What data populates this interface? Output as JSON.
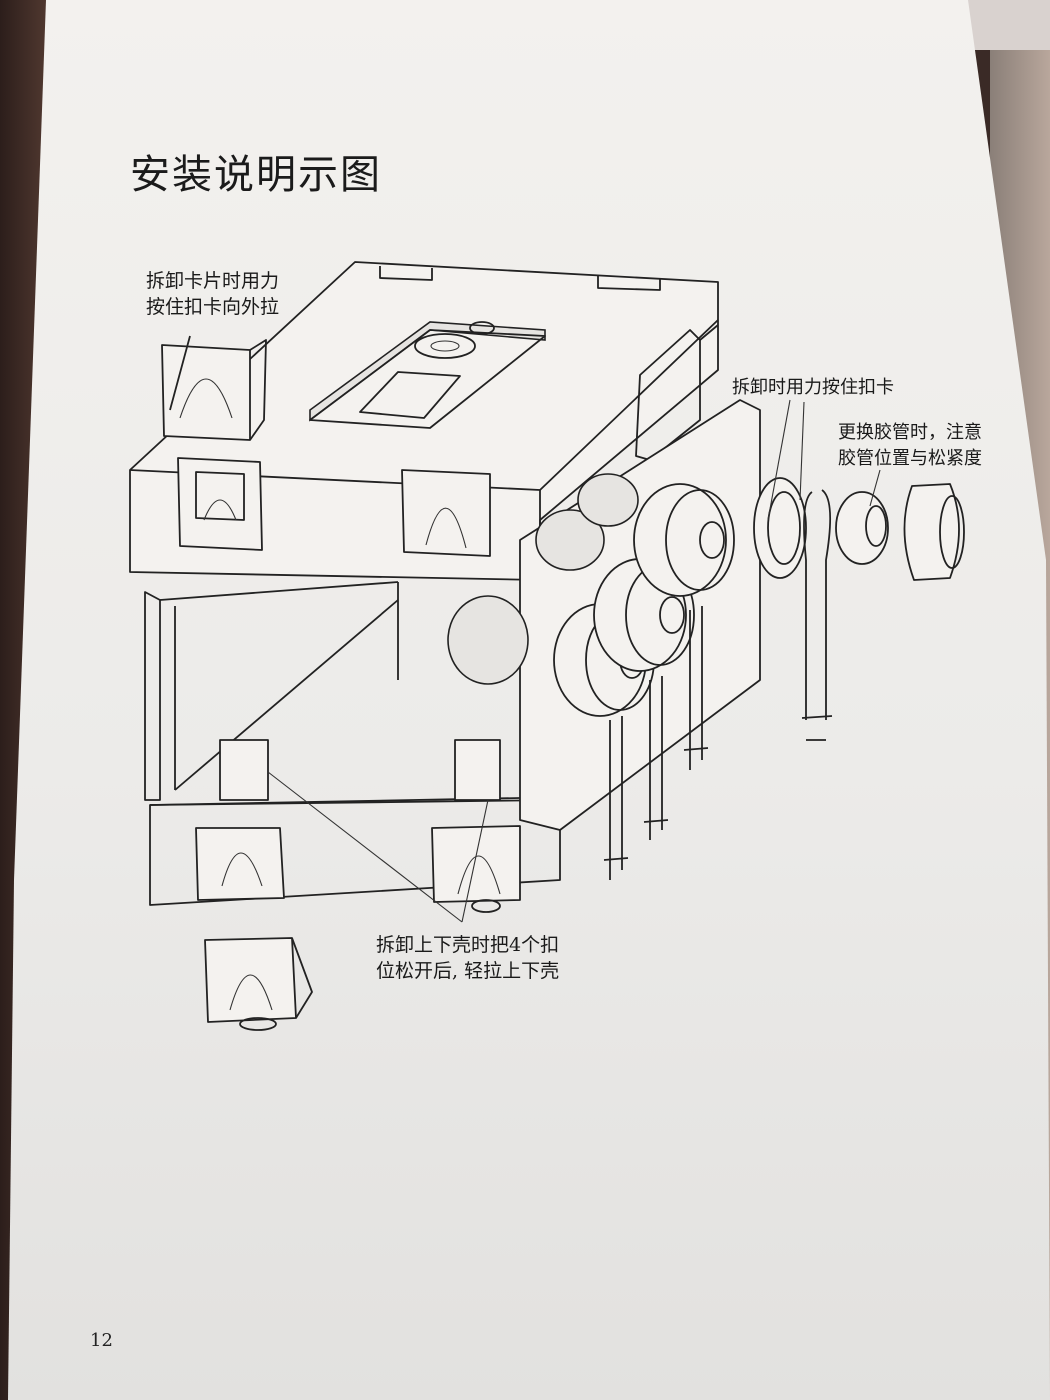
{
  "page": {
    "title": "安装说明示图",
    "page_number": "12"
  },
  "callouts": {
    "clip": [
      "拆卸卡片时用力",
      "按住扣卡向外拉"
    ],
    "press_clip": [
      "拆卸时用力按住扣卡"
    ],
    "tube": [
      "更换胶管时，注意",
      "胶管位置与松紧度"
    ],
    "shell": [
      "拆卸上下壳时把4个扣",
      "位松开后, 轻拉上下壳"
    ]
  }
}
